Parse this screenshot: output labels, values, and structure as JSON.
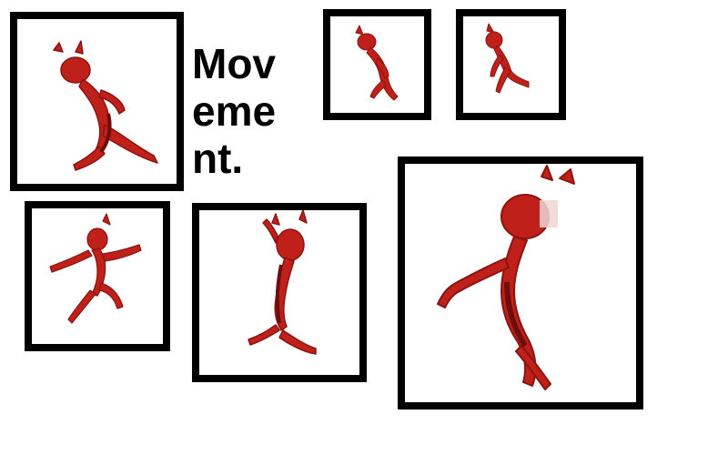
{
  "caption": {
    "lines": [
      "Mov",
      "eme",
      "nt."
    ]
  },
  "frames": [
    {
      "id": "frame-1",
      "icon": "red-creature-running-icon"
    },
    {
      "id": "frame-2",
      "icon": "red-creature-crouching-icon"
    },
    {
      "id": "frame-3",
      "icon": "red-creature-walking-icon"
    },
    {
      "id": "frame-4",
      "icon": "red-creature-leaping-icon"
    },
    {
      "id": "frame-5",
      "icon": "red-creature-jumping-icon"
    },
    {
      "id": "frame-6",
      "icon": "red-creature-stumbling-icon"
    }
  ],
  "colors": {
    "frame_border": "#000000",
    "creature_body": "#c0201a",
    "creature_shadow": "#6e0d0b",
    "background": "#ffffff"
  }
}
